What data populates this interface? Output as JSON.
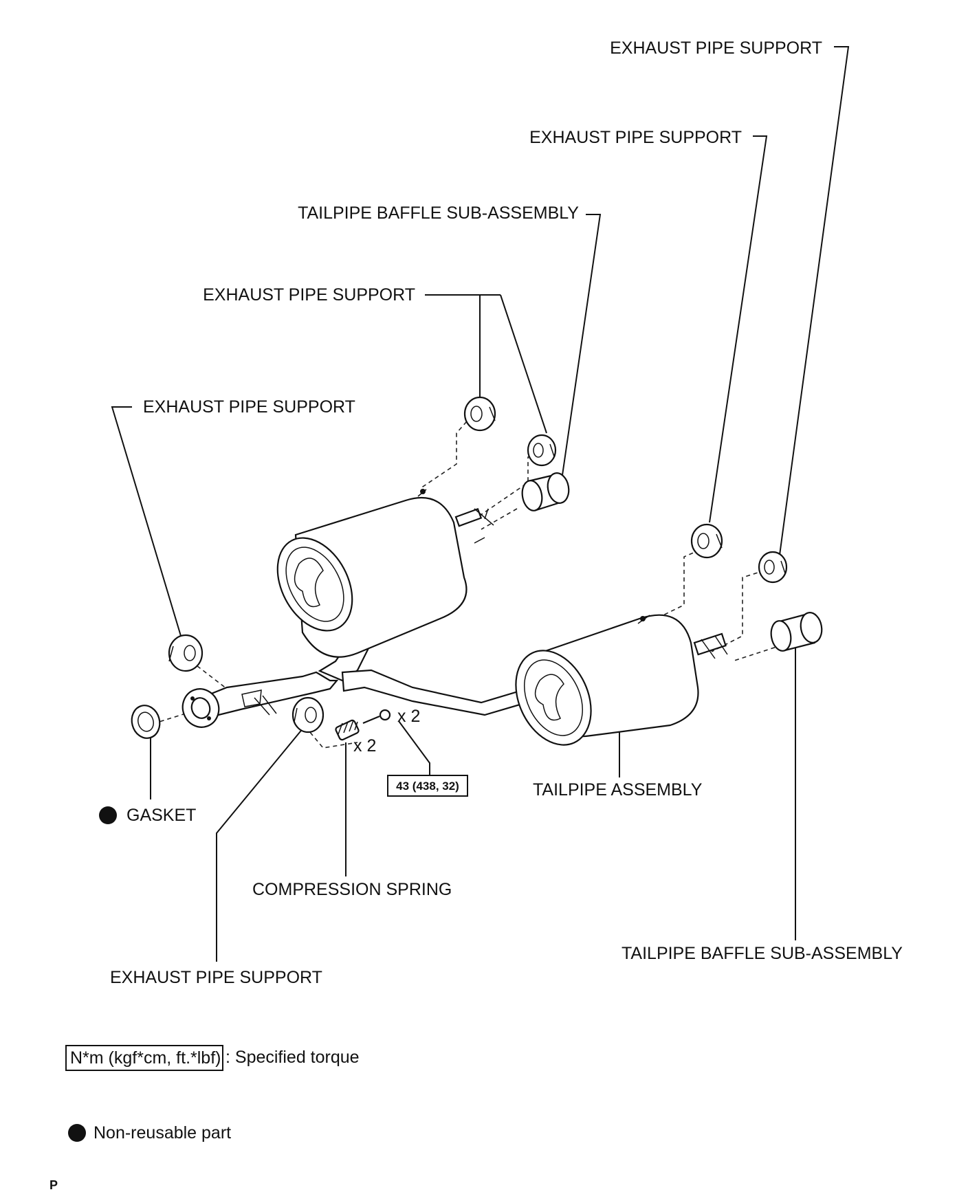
{
  "labels": {
    "support_top_right": "EXHAUST PIPE SUPPORT",
    "support_right_mid": "EXHAUST PIPE SUPPORT",
    "baffle_upper": "TAILPIPE BAFFLE SUB-ASSEMBLY",
    "support_center": "EXHAUST PIPE SUPPORT",
    "support_left": "EXHAUST PIPE SUPPORT",
    "tailpipe_assembly": "TAILPIPE ASSEMBLY",
    "gasket": "GASKET",
    "compression_spring": "COMPRESSION SPRING",
    "support_bottom": "EXHAUST PIPE SUPPORT",
    "baffle_lower": "TAILPIPE BAFFLE SUB-ASSEMBLY"
  },
  "quantities": {
    "bolt_qty": "x 2",
    "spring_qty": "x 2"
  },
  "torque": {
    "bolt_value": "43 (438, 32)"
  },
  "legend": {
    "torque_unit": "N*m (kgf*cm, ft.*lbf)",
    "torque_desc": ": Specified torque",
    "non_reusable": "Non-reusable part"
  },
  "page_marker": "P"
}
